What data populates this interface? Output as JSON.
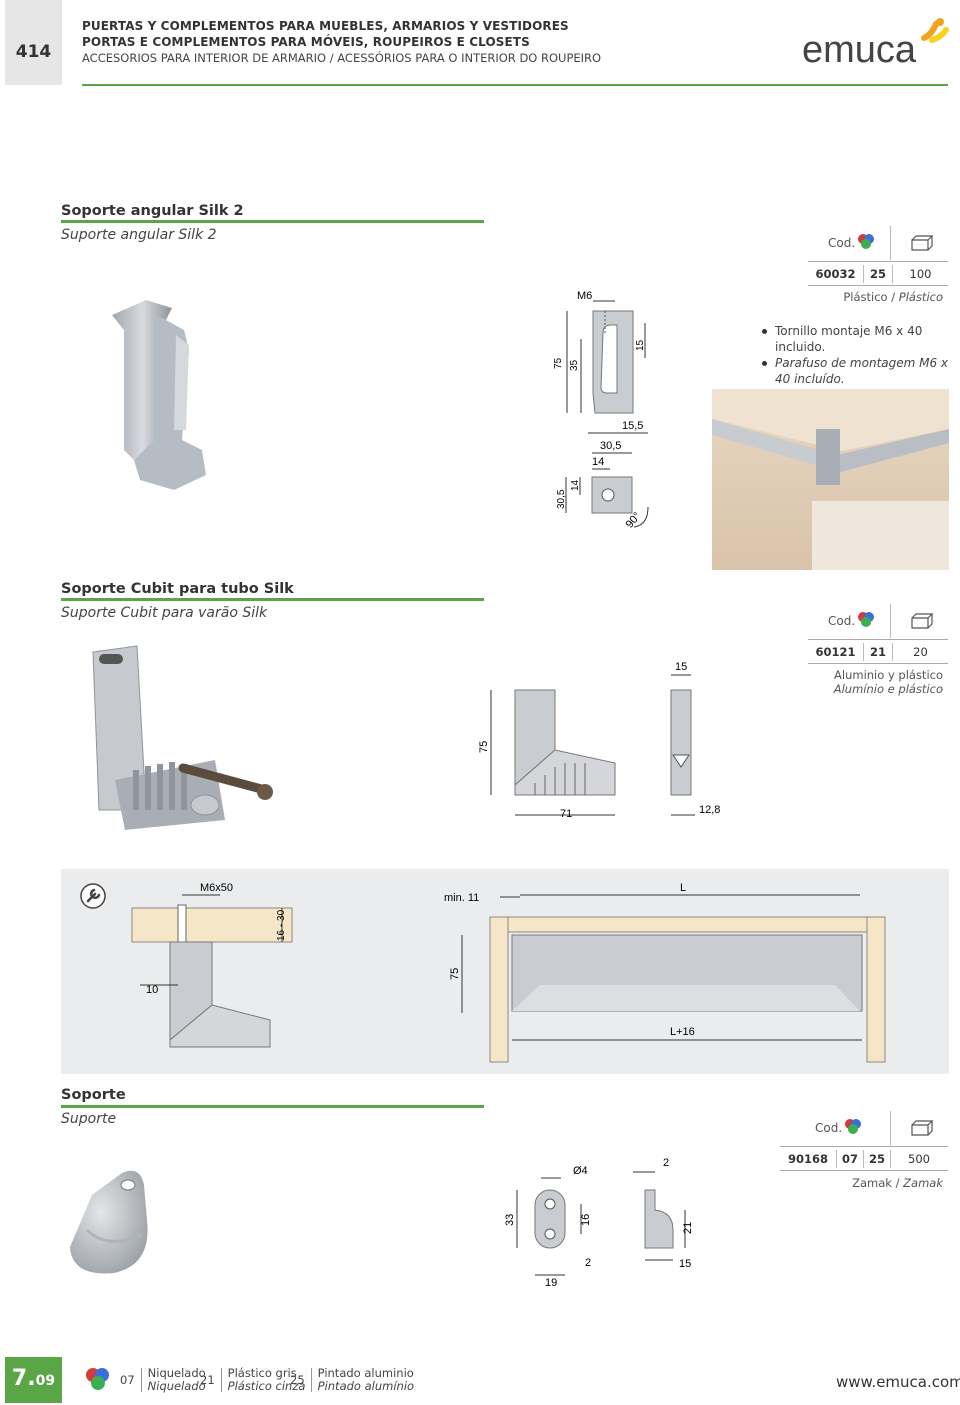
{
  "header": {
    "page_number": "414",
    "line1": "PUERTAS Y COMPLEMENTOS PARA MUEBLES, ARMARIOS Y VESTIDORES",
    "line2": "PORTAS E COMPLEMENTOS PARA MÓVEIS, ROUPEIROS E CLOSETS",
    "line3": "ACCESORIOS PARA INTERIOR DE ARMARIO / ACESSÓRIOS PARA O INTERIOR DO ROUPEIRO",
    "logo_text": "emuca"
  },
  "colors": {
    "accent_green": "#5aa545",
    "logo_orange": "#f2a21b",
    "logo_yellow": "#f6d21a",
    "silver": "#c9ccd0",
    "wood": "#f6e6c8"
  },
  "sections": [
    {
      "title": "Soporte angular Silk 2",
      "subtitle": "Suporte angular Silk 2",
      "cod_label": "Cod.",
      "code": "60032",
      "color_code": "25",
      "qty": "100",
      "material_es": "Plástico",
      "material_pt": "Plástico",
      "bullets": [
        "Tornillo montaje M6 x 40 incluido.",
        "Parafuso de montagem M6 x 40 incluído."
      ],
      "dims": {
        "screw": "M6",
        "h1": "75",
        "h2": "35",
        "h3": "15",
        "w1": "15,5",
        "w2": "30,5",
        "w3": "14",
        "d1": "30,5",
        "d2": "14",
        "angle": "90°"
      }
    },
    {
      "title": "Soporte Cubit para tubo Silk",
      "subtitle": "Suporte Cubit para varão Silk",
      "cod_label": "Cod.",
      "code": "60121",
      "color_code": "21",
      "qty": "20",
      "material_es": "Aluminio y plástico",
      "material_pt": "Alumínio e plástico",
      "dims": {
        "h": "75",
        "w": "71",
        "t": "15",
        "d": "12,8"
      },
      "install": {
        "screw": "M6x50",
        "thick": "16 - 30",
        "offset": "10",
        "min": "min. 11",
        "len": "L",
        "height": "75",
        "total": "L+16"
      }
    },
    {
      "title": "Soporte",
      "subtitle": "Suporte",
      "cod_label": "Cod.",
      "code": "90168",
      "color_code_1": "07",
      "color_code_2": "25",
      "qty": "500",
      "material_es": "Zamak",
      "material_pt": "Zamak",
      "dims": {
        "hole": "Ø4",
        "h": "33",
        "hh": "16",
        "w": "19",
        "t": "2",
        "t2": "2",
        "h2": "21",
        "w2": "15"
      }
    }
  ],
  "footer": {
    "chapter": "7.",
    "chapter_sub": "09",
    "finishes": [
      {
        "code": "07",
        "es": "Niquelado",
        "pt": "Niquelado"
      },
      {
        "code": "21",
        "es": "Plástico gris",
        "pt": "Plástico cinza"
      },
      {
        "code": "25",
        "es": "Pintado aluminio",
        "pt": "Pintado alumínio"
      }
    ],
    "url": "www.emuca.com"
  }
}
